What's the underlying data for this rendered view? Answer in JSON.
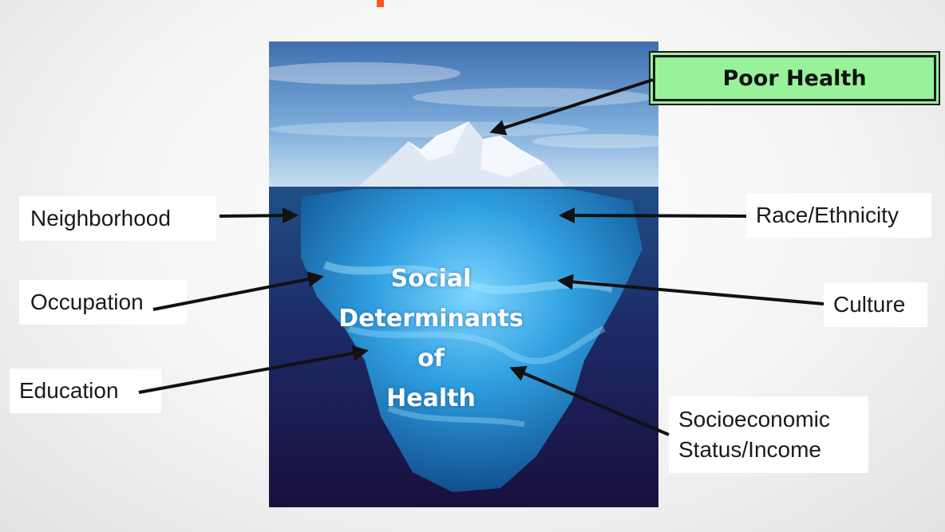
{
  "diagram": {
    "center_lines": [
      "Social",
      "Determinants",
      "of",
      "Health"
    ],
    "top_label": "Poor Health",
    "left_labels": [
      "Neighborhood",
      "Occupation",
      "Education"
    ],
    "right_labels": [
      "Race/Ethnicity",
      "Culture"
    ],
    "bottom_right_label": [
      "Socioeconomic",
      "Status/Income"
    ]
  },
  "colors": {
    "accent": "#f15a24",
    "highlight": "#98f29a",
    "arrow": "#111111"
  }
}
